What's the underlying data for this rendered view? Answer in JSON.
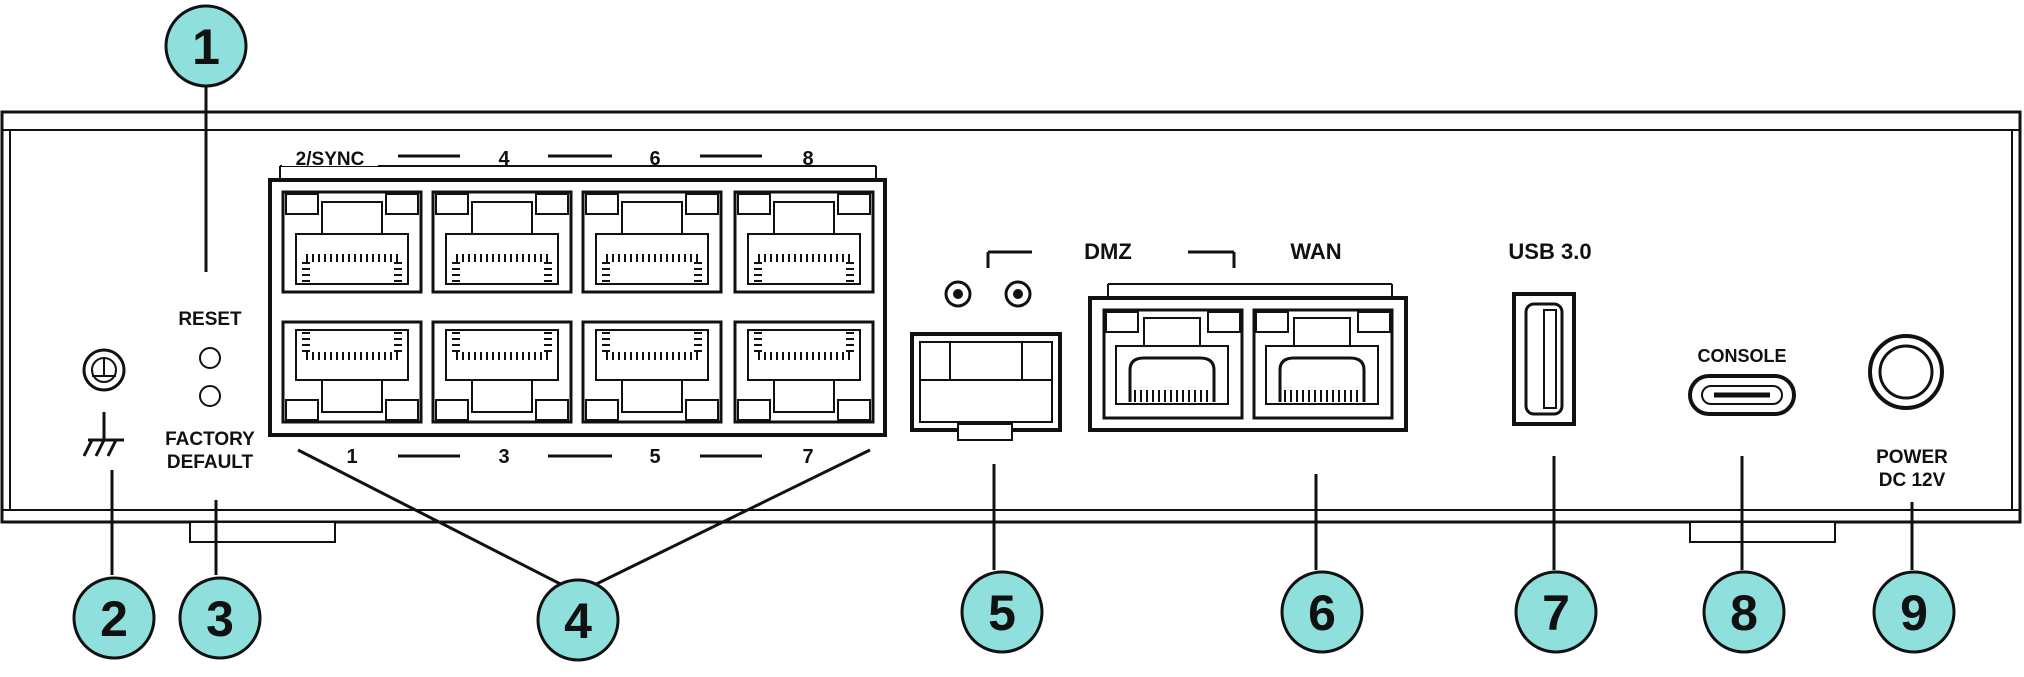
{
  "colors": {
    "callout_fill": "#8fe0dc",
    "stroke": "#111111",
    "panel": "#ffffff"
  },
  "callouts": [
    "1",
    "2",
    "3",
    "4",
    "5",
    "6",
    "7",
    "8",
    "9"
  ],
  "labels": {
    "reset": "RESET",
    "factory_1": "FACTORY",
    "factory_2": "DEFAULT",
    "top_ports": [
      "2/SYNC",
      "4",
      "6",
      "8"
    ],
    "bottom_ports": [
      "1",
      "3",
      "5",
      "7"
    ],
    "dmz": "DMZ",
    "wan": "WAN",
    "usb": "USB 3.0",
    "console": "CONSOLE",
    "power_1": "POWER",
    "power_2": "DC 12V"
  },
  "icons": [
    "ground-icon"
  ]
}
